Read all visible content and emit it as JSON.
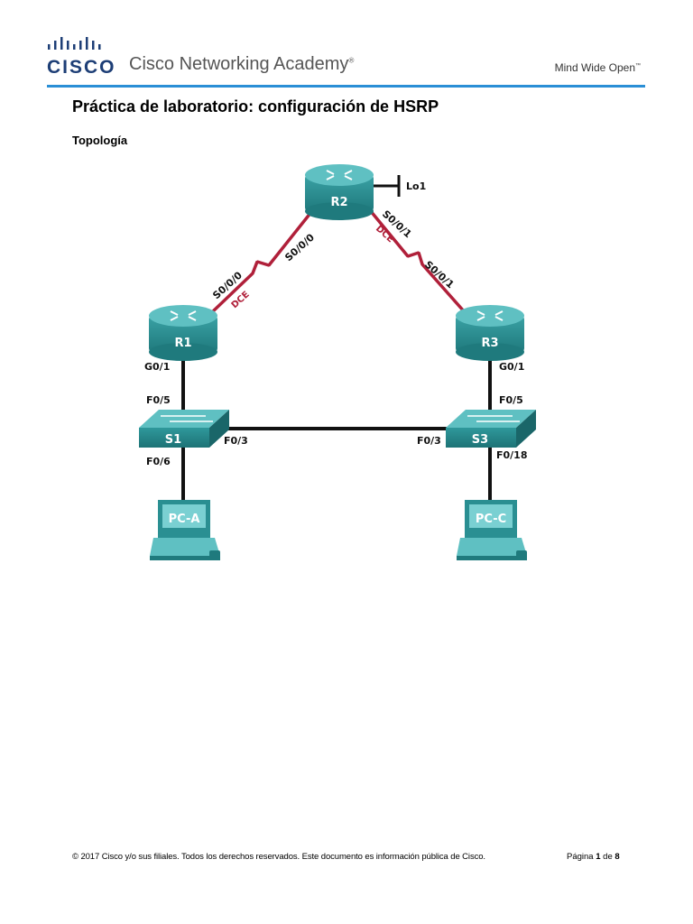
{
  "header": {
    "brand": "CISCO",
    "academy": "Cisco Networking Academy",
    "academy_mark": "®",
    "tagline": "Mind Wide Open",
    "tagline_mark": "™"
  },
  "document": {
    "title": "Práctica de laboratorio: configuración de HSRP",
    "section": "Topología"
  },
  "topology": {
    "devices": {
      "r1": "R1",
      "r2": "R2",
      "r3": "R3",
      "s1": "S1",
      "s3": "S3",
      "pca": "PC-A",
      "pcc": "PC-C"
    },
    "labels": {
      "lo1": "Lo1",
      "r1_s000": "S0/0/0",
      "r1_dce": "DCE",
      "r2_s000": "S0/0/0",
      "r2_s001": "S0/0/1",
      "r2_dce": "DCE",
      "r3_s001": "S0/0/1",
      "r1_g01": "G0/1",
      "s1_f05": "F0/5",
      "s1_f03": "F0/3",
      "s1_f06": "F0/6",
      "r3_g01": "G0/1",
      "s3_f05": "F0/5",
      "s3_f03": "F0/3",
      "s3_f018": "F0/18"
    },
    "colors": {
      "device": "#2a8f92",
      "device_top": "#5fc0c2",
      "serial": "#b0203a",
      "ethernet": "#111111"
    }
  },
  "footer": {
    "copyright": "© 2017 Cisco y/o sus filiales. Todos los derechos reservados. Este documento es información pública de Cisco.",
    "page_word": "Página",
    "page_num": "1",
    "of_word": "de",
    "page_total": "8"
  }
}
